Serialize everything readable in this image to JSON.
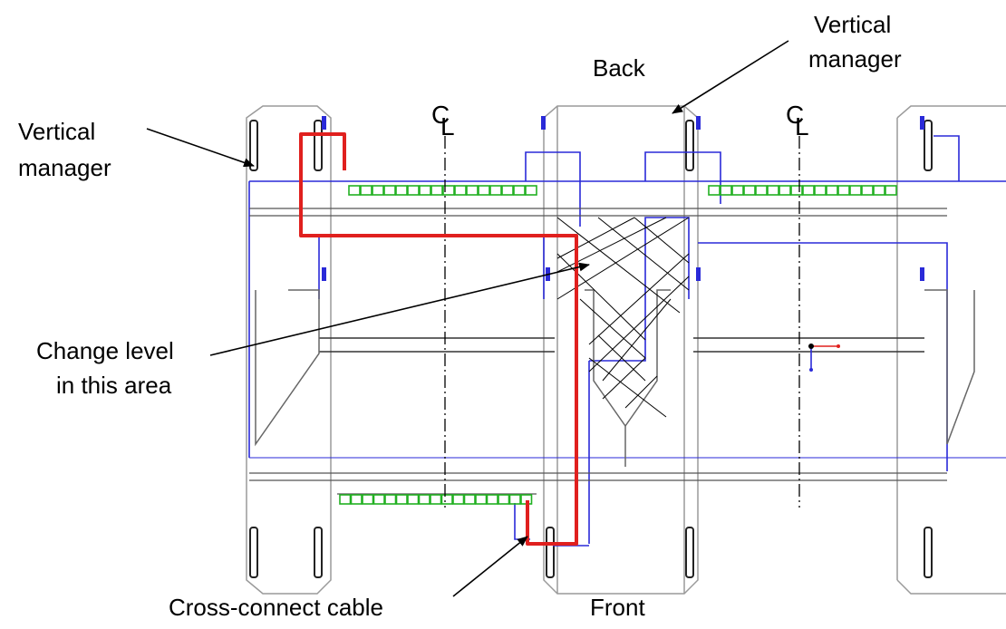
{
  "labels": {
    "back": "Back",
    "front": "Front",
    "vertical_manager_left": [
      "Vertical",
      "manager"
    ],
    "vertical_manager_right": [
      "Vertical",
      "manager"
    ],
    "change_level": [
      "Change level",
      "in this area"
    ],
    "cross_connect": "Cross-connect cable",
    "centerline_symbol": "C",
    "centerline_sub": "L"
  },
  "colors": {
    "cable": "#e0201e",
    "outline_blue": "#2a2ad8",
    "ports_green": "#22b022",
    "frame_gray": "#8a8a8a",
    "frame_dark": "#333333"
  }
}
